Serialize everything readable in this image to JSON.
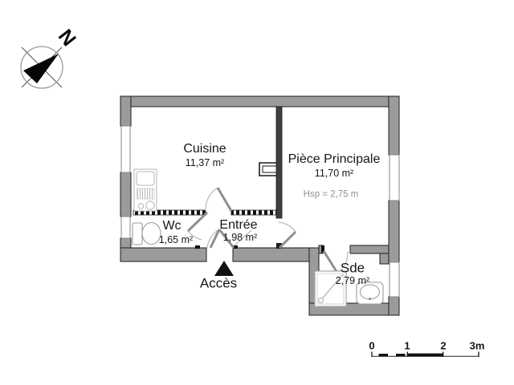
{
  "compass": {
    "north_label": "N"
  },
  "rooms": {
    "cuisine": {
      "name": "Cuisine",
      "area": "11,37 m²"
    },
    "piece_principale": {
      "name": "Pièce Principale",
      "area": "11,70 m²",
      "ceiling_note": "Hsp = 2,75 m"
    },
    "wc": {
      "name": "Wc",
      "area": "1,65 m²"
    },
    "entree": {
      "name": "Entrée",
      "area": "1,98 m²"
    },
    "sde": {
      "name": "Sde",
      "area": "2,79 m²"
    }
  },
  "access": {
    "label": "Accès"
  },
  "scale_bar": {
    "tick_labels": [
      "0",
      "1",
      "2",
      "3m"
    ],
    "unit": "m"
  },
  "colors": {
    "wall_fill": "#9b9b9b",
    "wall_outline": "#1c1c1c",
    "interior_wall": "#3f3f3f",
    "fixture_stroke": "#b0b0b0",
    "note_gray": "#8f8f8f",
    "ink": "#111111"
  }
}
